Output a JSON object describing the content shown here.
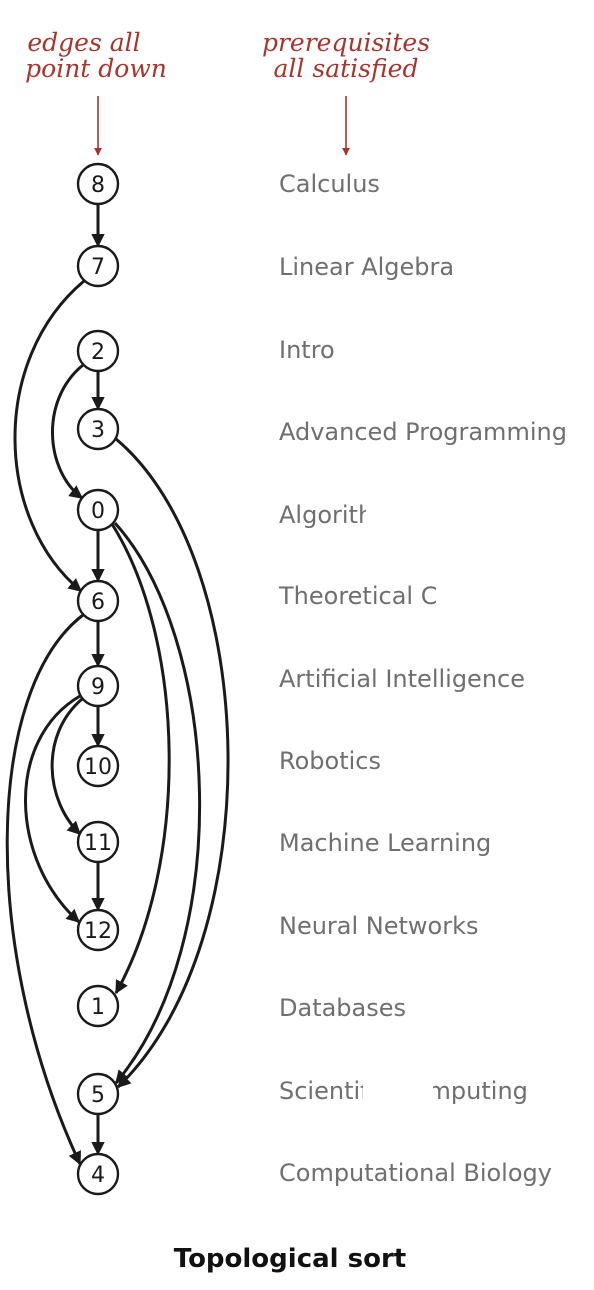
{
  "header_left": [
    "edges all",
    "point down"
  ],
  "header_right": [
    "prerequisites",
    "all satisfied"
  ],
  "nodes": [
    {
      "id": "8",
      "course": "Calculus"
    },
    {
      "id": "7",
      "course": "Linear Algebra"
    },
    {
      "id": "2",
      "course": "Intro to CS"
    },
    {
      "id": "3",
      "course": "Advanced Programming"
    },
    {
      "id": "0",
      "course": "Algorithms"
    },
    {
      "id": "6",
      "course": "Theoretical CS"
    },
    {
      "id": "9",
      "course": "Artificial Intelligence"
    },
    {
      "id": "10",
      "course": "Robotics"
    },
    {
      "id": "11",
      "course": "Machine Learning"
    },
    {
      "id": "12",
      "course": "Neural Networks"
    },
    {
      "id": "1",
      "course": "Databases"
    },
    {
      "id": "5",
      "course": "Scientific Computing"
    },
    {
      "id": "4",
      "course": "Computational Biology"
    }
  ],
  "edges": [
    [
      "8",
      "7"
    ],
    [
      "7",
      "6"
    ],
    [
      "2",
      "3"
    ],
    [
      "2",
      "0"
    ],
    [
      "3",
      "5"
    ],
    [
      "0",
      "6"
    ],
    [
      "0",
      "1"
    ],
    [
      "0",
      "5"
    ],
    [
      "6",
      "9"
    ],
    [
      "6",
      "4"
    ],
    [
      "9",
      "10"
    ],
    [
      "9",
      "11"
    ],
    [
      "9",
      "12"
    ],
    [
      "11",
      "12"
    ],
    [
      "5",
      "4"
    ]
  ],
  "caption": "Topological sort",
  "colors": {
    "header": "#a8342d",
    "course_text": "#6f6f6f",
    "lines": "#1a1a1a"
  }
}
